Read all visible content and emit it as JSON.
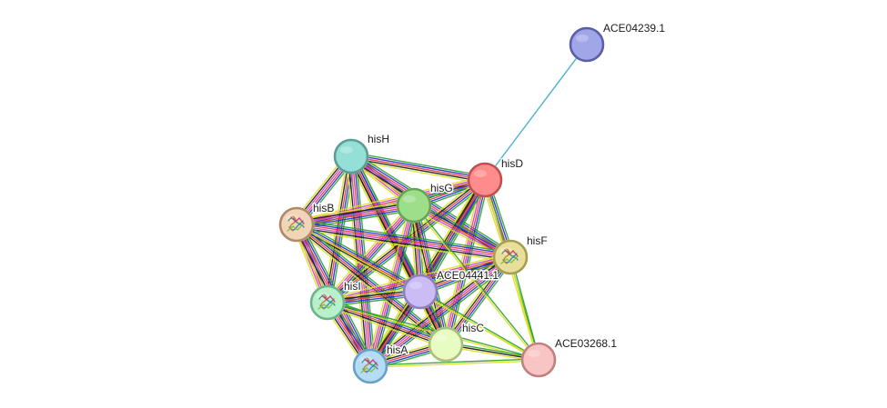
{
  "network": {
    "evidence_colors": [
      "#2ca02c",
      "#1f2fcc",
      "#e43a3a",
      "#cc3fcc",
      "#1a1a1a",
      "#d9e021",
      "#3aa8cc"
    ],
    "nodes": [
      {
        "id": "ACE04239.1",
        "label": "ACE04239.1",
        "fill": "#a0a6e8",
        "stroke": "#5a5fa6",
        "icon": "none"
      },
      {
        "id": "hisH",
        "label": "hisH",
        "fill": "#94e0d6",
        "stroke": "#5a9e96",
        "icon": "none"
      },
      {
        "id": "hisD",
        "label": "hisD",
        "fill": "#ff8c8c",
        "stroke": "#c05050",
        "icon": "none"
      },
      {
        "id": "hisG",
        "label": "hisG",
        "fill": "#9ede8a",
        "stroke": "#62a452",
        "icon": "none"
      },
      {
        "id": "hisB",
        "label": "hisB",
        "fill": "#f2d4b8",
        "stroke": "#b08a68",
        "icon": "protein-structure-icon"
      },
      {
        "id": "hisF",
        "label": "hisF",
        "fill": "#e8e09a",
        "stroke": "#a69e52",
        "icon": "protein-structure-icon"
      },
      {
        "id": "ACE04441.1",
        "label": "ACE04441.1",
        "fill": "#cbbcf6",
        "stroke": "#8d7ec0",
        "icon": "none"
      },
      {
        "id": "hisI",
        "label": "hisI",
        "fill": "#b8f0cc",
        "stroke": "#6cb488",
        "icon": "protein-structure-icon"
      },
      {
        "id": "hisC",
        "label": "hisC",
        "fill": "#e6fcc0",
        "stroke": "#a8c07e",
        "icon": "none"
      },
      {
        "id": "hisA",
        "label": "hisA",
        "fill": "#b4dcf4",
        "stroke": "#6aa0c4",
        "icon": "protein-structure-icon"
      },
      {
        "id": "ACE03268.1",
        "label": "ACE03268.1",
        "fill": "#f8c4c4",
        "stroke": "#c08080",
        "icon": "none"
      }
    ],
    "edges": [
      {
        "source": "ACE04239.1",
        "target": "hisD",
        "evidence": [
          6
        ]
      },
      {
        "source": "hisH",
        "target": "hisD",
        "evidence": [
          0,
          1,
          2,
          4,
          5
        ]
      },
      {
        "source": "hisH",
        "target": "hisG",
        "evidence": [
          0,
          1,
          2,
          3,
          5
        ]
      },
      {
        "source": "hisH",
        "target": "hisB",
        "evidence": [
          0,
          1,
          2,
          3,
          4,
          5
        ]
      },
      {
        "source": "hisH",
        "target": "hisF",
        "evidence": [
          0,
          1,
          2,
          3,
          4,
          5
        ]
      },
      {
        "source": "hisH",
        "target": "ACE04441.1",
        "evidence": [
          0,
          1,
          2,
          4,
          5
        ]
      },
      {
        "source": "hisH",
        "target": "hisI",
        "evidence": [
          0,
          1,
          2,
          4,
          5
        ]
      },
      {
        "source": "hisH",
        "target": "hisC",
        "evidence": [
          0,
          1,
          2,
          4,
          5
        ]
      },
      {
        "source": "hisH",
        "target": "hisA",
        "evidence": [
          0,
          1,
          2,
          3,
          4,
          5
        ]
      },
      {
        "source": "hisD",
        "target": "hisG",
        "evidence": [
          0,
          1,
          2,
          4,
          5
        ]
      },
      {
        "source": "hisD",
        "target": "hisB",
        "evidence": [
          0,
          1,
          2,
          3,
          5
        ]
      },
      {
        "source": "hisD",
        "target": "hisF",
        "evidence": [
          0,
          1,
          2,
          3,
          5
        ]
      },
      {
        "source": "hisD",
        "target": "ACE04441.1",
        "evidence": [
          0,
          1,
          2,
          4,
          5
        ]
      },
      {
        "source": "hisD",
        "target": "hisI",
        "evidence": [
          0,
          1,
          2,
          4,
          5
        ]
      },
      {
        "source": "hisD",
        "target": "hisC",
        "evidence": [
          0,
          1,
          2,
          3,
          5
        ]
      },
      {
        "source": "hisD",
        "target": "hisA",
        "evidence": [
          0,
          1,
          2,
          4,
          5
        ]
      },
      {
        "source": "hisD",
        "target": "ACE03268.1",
        "evidence": [
          0,
          5
        ]
      },
      {
        "source": "hisG",
        "target": "hisB",
        "evidence": [
          0,
          1,
          2,
          3,
          4,
          5
        ]
      },
      {
        "source": "hisG",
        "target": "hisF",
        "evidence": [
          0,
          1,
          2,
          3,
          5
        ]
      },
      {
        "source": "hisG",
        "target": "ACE04441.1",
        "evidence": [
          0,
          1,
          2,
          4,
          5
        ]
      },
      {
        "source": "hisG",
        "target": "hisI",
        "evidence": [
          0,
          1,
          2,
          3,
          5
        ]
      },
      {
        "source": "hisG",
        "target": "hisC",
        "evidence": [
          0,
          1,
          2,
          4,
          5
        ]
      },
      {
        "source": "hisG",
        "target": "hisA",
        "evidence": [
          0,
          1,
          2,
          3,
          5
        ]
      },
      {
        "source": "hisB",
        "target": "hisF",
        "evidence": [
          0,
          1,
          2,
          3,
          4,
          5
        ]
      },
      {
        "source": "hisB",
        "target": "ACE04441.1",
        "evidence": [
          0,
          1,
          2,
          4,
          5
        ]
      },
      {
        "source": "hisB",
        "target": "hisI",
        "evidence": [
          0,
          1,
          2,
          3,
          5
        ]
      },
      {
        "source": "hisB",
        "target": "hisC",
        "evidence": [
          0,
          1,
          2,
          4,
          5
        ]
      },
      {
        "source": "hisB",
        "target": "hisA",
        "evidence": [
          0,
          1,
          2,
          3,
          4,
          5
        ]
      },
      {
        "source": "hisF",
        "target": "ACE04441.1",
        "evidence": [
          0,
          1,
          2,
          4,
          5
        ]
      },
      {
        "source": "hisF",
        "target": "hisI",
        "evidence": [
          0,
          1,
          2,
          3,
          5
        ]
      },
      {
        "source": "hisF",
        "target": "hisC",
        "evidence": [
          0,
          1,
          2,
          4,
          5
        ]
      },
      {
        "source": "hisF",
        "target": "hisA",
        "evidence": [
          0,
          1,
          2,
          3,
          4,
          5
        ]
      },
      {
        "source": "hisF",
        "target": "ACE03268.1",
        "evidence": [
          0,
          5
        ]
      },
      {
        "source": "ACE04441.1",
        "target": "hisI",
        "evidence": [
          0,
          1,
          2,
          4,
          5
        ]
      },
      {
        "source": "ACE04441.1",
        "target": "hisC",
        "evidence": [
          0,
          1,
          2,
          4,
          5
        ]
      },
      {
        "source": "ACE04441.1",
        "target": "hisA",
        "evidence": [
          0,
          1,
          2,
          4,
          5
        ]
      },
      {
        "source": "ACE04441.1",
        "target": "ACE03268.1",
        "evidence": [
          0,
          5
        ]
      },
      {
        "source": "hisI",
        "target": "hisC",
        "evidence": [
          0,
          1,
          2,
          4,
          5
        ]
      },
      {
        "source": "hisI",
        "target": "hisA",
        "evidence": [
          0,
          1,
          2,
          3,
          4,
          5
        ]
      },
      {
        "source": "hisI",
        "target": "ACE03268.1",
        "evidence": [
          0,
          5
        ]
      },
      {
        "source": "hisC",
        "target": "hisA",
        "evidence": [
          0,
          1,
          2,
          4,
          5
        ]
      },
      {
        "source": "hisC",
        "target": "ACE03268.1",
        "evidence": [
          0,
          4,
          5
        ]
      },
      {
        "source": "hisA",
        "target": "ACE03268.1",
        "evidence": [
          0,
          5
        ]
      },
      {
        "source": "hisB",
        "target": "ACE03268.1",
        "evidence": [
          5
        ]
      },
      {
        "source": "hisG",
        "target": "ACE03268.1",
        "evidence": [
          0,
          5
        ]
      }
    ]
  }
}
